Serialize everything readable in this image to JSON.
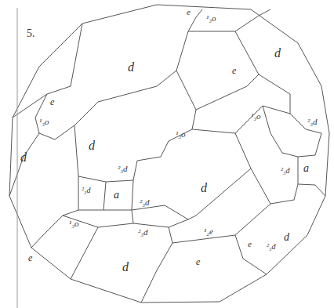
{
  "diagram": {
    "labels": [
      "5.",
      "e",
      "¹₃o",
      "d",
      "d",
      "e",
      "e",
      "¹₃o",
      "d",
      "d",
      "¹₃o",
      "d",
      "¹₃o",
      "²₃d",
      "²₃d",
      "²₃d",
      "a",
      "²₃d",
      "a",
      "²₃d",
      "¹₃o",
      "²₃d",
      "¹₂e",
      "e",
      "d",
      "e",
      "e",
      "²₃d",
      "d"
    ]
  }
}
